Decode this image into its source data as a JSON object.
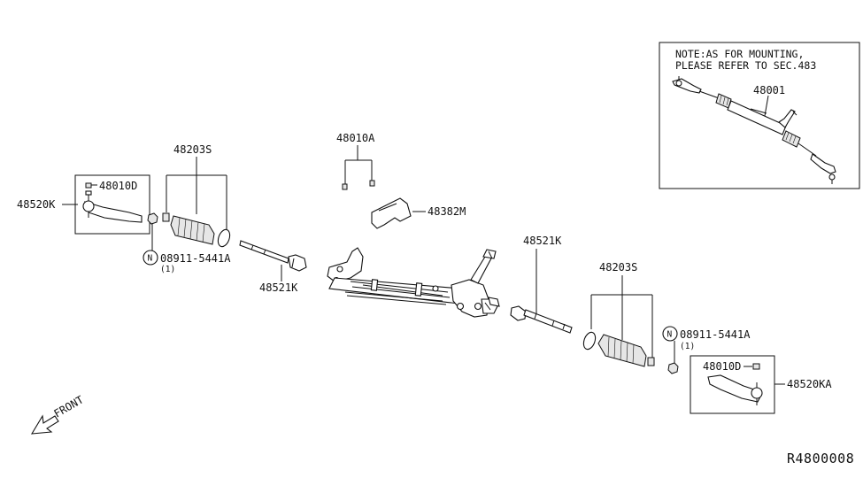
{
  "diagram": {
    "note_line1": "NOTE:AS FOR MOUNTING,",
    "note_line2": "PLEASE REFER TO SEC.483",
    "part_48001": "48001",
    "part_48010A": "48010A",
    "part_48382M": "48382M",
    "part_48203S_left": "48203S",
    "part_48203S_right": "48203S",
    "part_48521K_left": "48521K",
    "part_48521K_right": "48521K",
    "part_48010D_left": "48010D",
    "part_48010D_right": "48010D",
    "part_48520K": "48520K",
    "part_48520KA": "48520KA",
    "nut_symbol_left": "N",
    "nut_symbol_right": "N",
    "nut_part_left": "08911-5441A",
    "nut_part_right": "08911-5441A",
    "nut_qty_left": "(1)",
    "nut_qty_right": "(1)",
    "front_label": "FRONT",
    "ref_code": "R4800008"
  }
}
